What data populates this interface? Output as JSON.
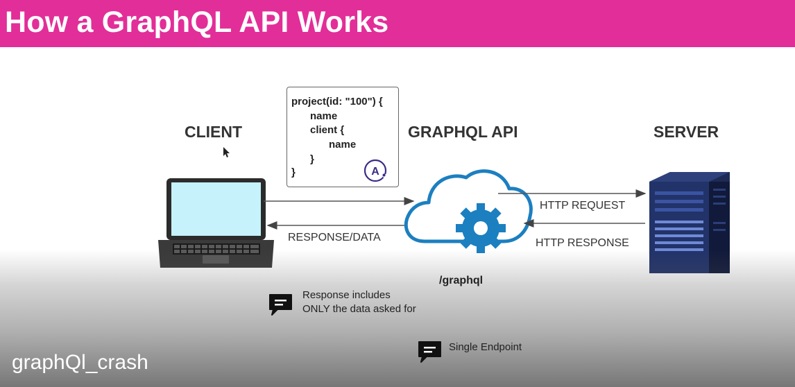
{
  "header": {
    "title": "How a GraphQL API Works"
  },
  "diagram": {
    "client_label": "CLIENT",
    "api_label": "GRAPHQL API",
    "server_label": "SERVER",
    "endpoint": "/graphql",
    "response_data": "RESPONSE/DATA",
    "http_request": "HTTP REQUEST",
    "http_response": "HTTP RESPONSE",
    "query_lines": [
      "project(id: \"100\") {",
      "name",
      "client {",
      "name",
      "}",
      "}"
    ],
    "apollo_badge": "A"
  },
  "notes": {
    "response_line1": "Response includes",
    "response_line2": "ONLY the data asked for",
    "single_endpoint": "Single Endpoint"
  },
  "caption": "graphQl_crash",
  "colors": {
    "banner": "#e22e98",
    "cloud": "#1c7fc0",
    "server": "#1d2a55",
    "screen": "#c6f2fb"
  }
}
